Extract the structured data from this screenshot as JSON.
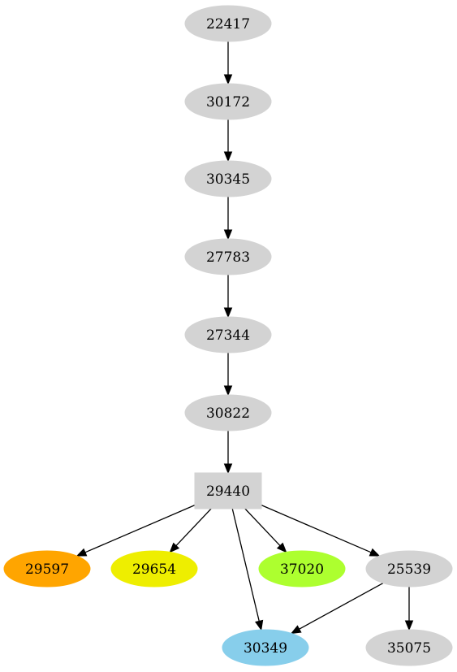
{
  "graph": {
    "nodes": [
      {
        "id": "22417",
        "label": "22417",
        "shape": "ellipse",
        "fill": "#d3d3d3"
      },
      {
        "id": "30172",
        "label": "30172",
        "shape": "ellipse",
        "fill": "#d3d3d3"
      },
      {
        "id": "30345",
        "label": "30345",
        "shape": "ellipse",
        "fill": "#d3d3d3"
      },
      {
        "id": "27783",
        "label": "27783",
        "shape": "ellipse",
        "fill": "#d3d3d3"
      },
      {
        "id": "27344",
        "label": "27344",
        "shape": "ellipse",
        "fill": "#d3d3d3"
      },
      {
        "id": "30822",
        "label": "30822",
        "shape": "ellipse",
        "fill": "#d3d3d3"
      },
      {
        "id": "29440",
        "label": "29440",
        "shape": "box",
        "fill": "#d3d3d3"
      },
      {
        "id": "29597",
        "label": "29597",
        "shape": "ellipse",
        "fill": "#ffa500"
      },
      {
        "id": "29654",
        "label": "29654",
        "shape": "ellipse",
        "fill": "#eeee00"
      },
      {
        "id": "37020",
        "label": "37020",
        "shape": "ellipse",
        "fill": "#adff2f"
      },
      {
        "id": "25539",
        "label": "25539",
        "shape": "ellipse",
        "fill": "#d3d3d3"
      },
      {
        "id": "30349",
        "label": "30349",
        "shape": "ellipse",
        "fill": "#87ceeb"
      },
      {
        "id": "35075",
        "label": "35075",
        "shape": "ellipse",
        "fill": "#d3d3d3"
      }
    ],
    "edges": [
      {
        "from": "22417",
        "to": "30172"
      },
      {
        "from": "30172",
        "to": "30345"
      },
      {
        "from": "30345",
        "to": "27783"
      },
      {
        "from": "27783",
        "to": "27344"
      },
      {
        "from": "27344",
        "to": "30822"
      },
      {
        "from": "30822",
        "to": "29440"
      },
      {
        "from": "29440",
        "to": "29597"
      },
      {
        "from": "29440",
        "to": "29654"
      },
      {
        "from": "29440",
        "to": "30349"
      },
      {
        "from": "29440",
        "to": "37020"
      },
      {
        "from": "29440",
        "to": "25539"
      },
      {
        "from": "25539",
        "to": "30349"
      },
      {
        "from": "25539",
        "to": "35075"
      }
    ]
  }
}
